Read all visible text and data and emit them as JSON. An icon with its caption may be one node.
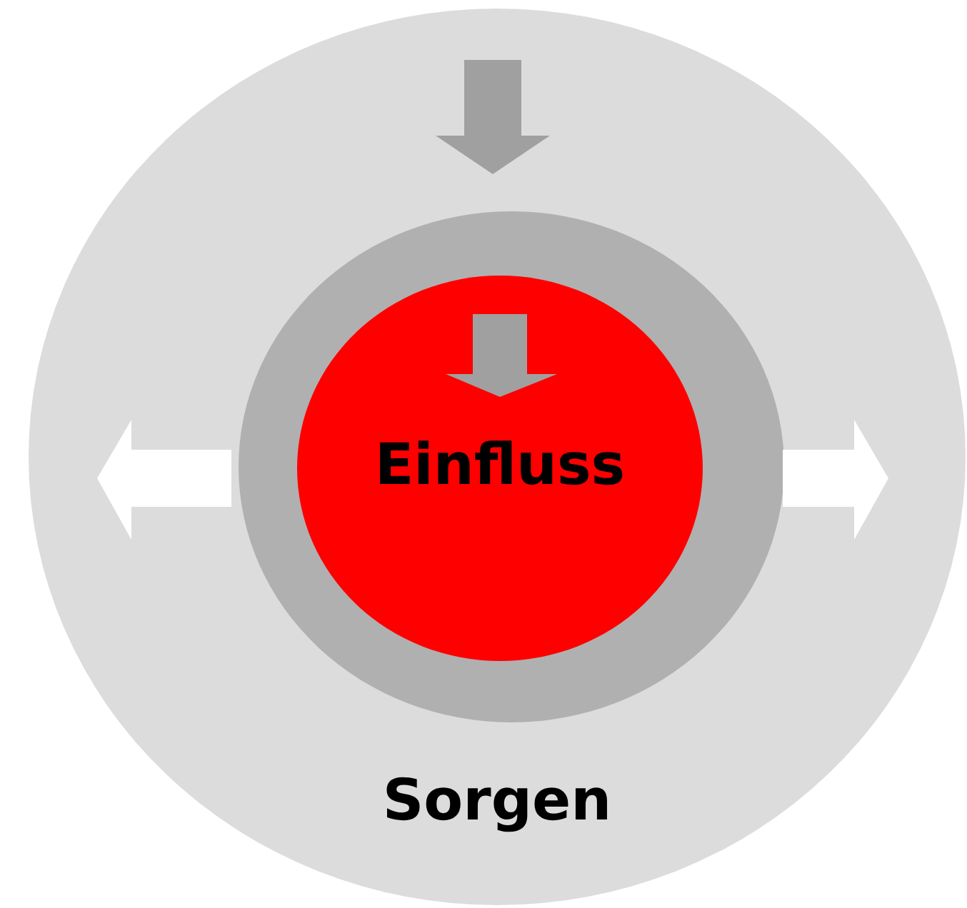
{
  "diagram": {
    "nodes": [
      {
        "text": [
          "Sorgen"
        ]
      },
      {
        "text": [],
        "shape": "circle",
        "in": 0
      },
      {
        "text": [
          "Einfluss"
        ],
        "in": 1
      }
    ]
  }
}
